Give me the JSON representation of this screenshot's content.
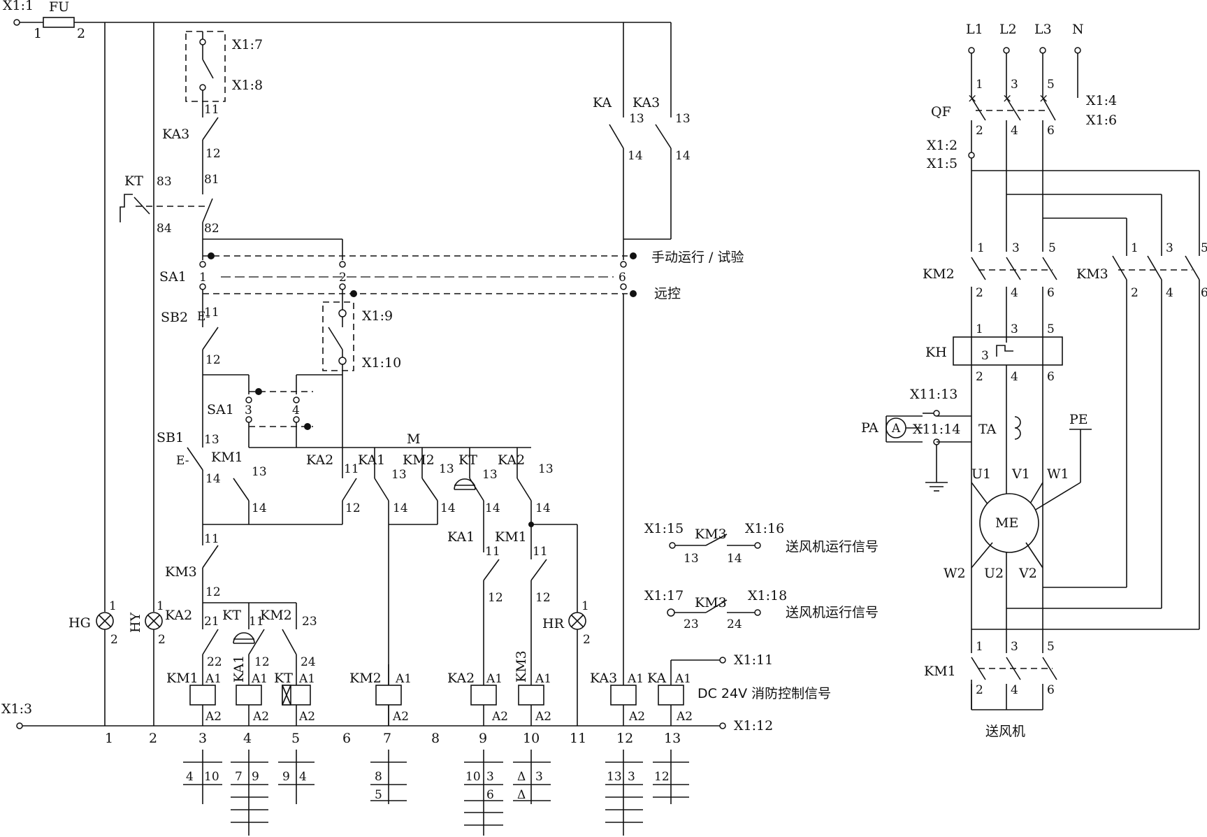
{
  "labels": {
    "x1_1": "X1:1",
    "fu": "FU",
    "fu_p1": "1",
    "fu_p2": "2",
    "x1_7": "X1:7",
    "x1_8": "X1:8",
    "ka3": "KA3",
    "n11": "11",
    "n12": "12",
    "n81": "81",
    "n82": "82",
    "kt": "KT",
    "n83": "83",
    "n84": "84",
    "ka": "KA",
    "n13": "13",
    "n14": "14",
    "sa1": "SA1",
    "n1": "1",
    "n2": "2",
    "n3": "3",
    "n4": "4",
    "n6": "6",
    "manual": "手动运行 / 试验",
    "remote": "远控",
    "sb2": "SB2",
    "e": "E-",
    "x1_9": "X1:9",
    "x1_10": "X1:10",
    "sb1": "SB1",
    "km1": "KM1",
    "ka2": "KA2",
    "ka1": "KA1",
    "km2": "KM2",
    "km3": "KM3",
    "m": "M",
    "n21": "21",
    "n22": "22",
    "n23": "23",
    "n24": "24",
    "hg": "HG",
    "hy": "HY",
    "hr": "HR",
    "a1": "A1",
    "a2": "A2",
    "kt_a1": "KT",
    "x1_3": "X1:3",
    "x1_15": "X1:15",
    "x1_16": "X1:16",
    "x1_17": "X1:17",
    "x1_18": "X1:18",
    "run_signal": "送风机运行信号",
    "x1_11": "X1:11",
    "x1_12": "X1:12",
    "dc24": "DC  24V  消防控制信号",
    "l1": "L1",
    "l2": "L2",
    "l3": "L3",
    "n": "N",
    "n5": "5",
    "x1_4": "X1:4",
    "x1_6": "X1:6",
    "qf": "QF",
    "x1_2": "X1:2",
    "x1_5": "X1:5",
    "kh": "KH",
    "x11_13": "X11:13",
    "x11_14": "X11:14",
    "pa": "PA",
    "ammeter": "A",
    "ta": "TA",
    "pe": "PE",
    "u1": "U1",
    "v1": "V1",
    "w1": "W1",
    "me": "ME",
    "w2": "W2",
    "u2": "U2",
    "v2": "V2",
    "fan": "送风机",
    "n7": "7",
    "n8": "8",
    "n9": "9",
    "n10": "10",
    "delta": "Δ"
  },
  "bus_numbers": [
    "1",
    "2",
    "3",
    "4",
    "5",
    "6",
    "7",
    "8",
    "9",
    "10",
    "11",
    "12",
    "13"
  ],
  "cross_refs": {
    "km1": [
      [
        "4",
        "10"
      ]
    ],
    "ka1": [
      [
        "7",
        "9"
      ]
    ],
    "kt": [
      [
        "9",
        "4"
      ]
    ],
    "km2": [
      [
        "8",
        ""
      ],
      [
        "5",
        ""
      ]
    ],
    "ka2": [
      [
        "10",
        "3"
      ],
      [
        "",
        "6"
      ]
    ],
    "km3": [
      [
        "Δ",
        "3"
      ],
      [
        "Δ",
        ""
      ]
    ],
    "ka3": [
      [
        "13",
        "3"
      ]
    ],
    "ka": [
      [
        "12",
        ""
      ]
    ]
  }
}
